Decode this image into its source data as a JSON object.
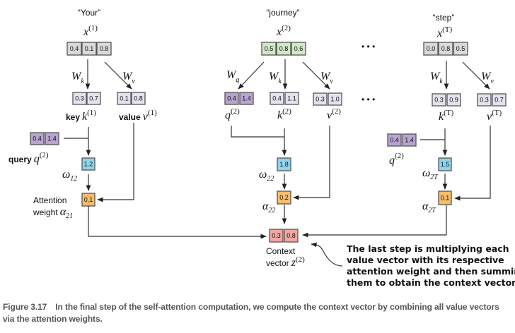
{
  "colors": {
    "input_fill": "#d8dad7",
    "input_journey_fill": "#cfe8c6",
    "query_fill": "#b9a4d1",
    "kv_fill": "#e5e2f0",
    "score_fill": "#8fd4ec",
    "weight_fill": "#f7bd6a",
    "context_fill": "#f2a6a2",
    "cell_border": "#555555"
  },
  "tokens": [
    {
      "word": "“Your”",
      "x_label": "x",
      "x_sup": "(1)",
      "x_values": [
        "0.4",
        "0.1",
        "0.8"
      ],
      "wk": "W",
      "wk_sub": "k",
      "wv": "W",
      "wv_sub": "v",
      "key_values": [
        "0.3",
        "0.7"
      ],
      "value_values": [
        "0.1",
        "0.8"
      ],
      "key_word": "key",
      "key_label": "k",
      "key_sup": "(1)",
      "value_word": "value",
      "value_label": "v",
      "value_sup": "(1)",
      "query_values": [
        "0.4",
        "1.4"
      ],
      "query_word": "query",
      "query_label": "q",
      "query_sup": "(2)",
      "score": "1.2",
      "score_label": "ω",
      "score_sub": "12",
      "weight": "0.1",
      "weight_word1": "Attention",
      "weight_word2": "weight",
      "weight_label": "α",
      "weight_sub": "21"
    },
    {
      "word": "“journey”",
      "x_label": "x",
      "x_sup": "(2)",
      "x_values": [
        "0.5",
        "0.8",
        "0.6"
      ],
      "wq": "W",
      "wq_sub": "q",
      "wk": "W",
      "wk_sub": "k",
      "wv": "W",
      "wv_sub": "v",
      "query_values": [
        "0.4",
        "1.4"
      ],
      "key_values": [
        "0.4",
        "1.1"
      ],
      "value_values": [
        "0.3",
        "1.0"
      ],
      "query_label": "q",
      "query_sup": "(2)",
      "key_label": "k",
      "key_sup": "(2)",
      "value_label": "v",
      "value_sup": "(2)",
      "score": "1.8",
      "score_label": "ω",
      "score_sub": "22",
      "weight": "0.2",
      "weight_label": "α",
      "weight_sub": "22"
    },
    {
      "word": "“step”",
      "x_label": "x",
      "x_sup": "(T)",
      "x_values": [
        "0.0",
        "0.8",
        "0.5"
      ],
      "wk": "W",
      "wk_sub": "k",
      "wv": "W",
      "wv_sub": "v",
      "key_values": [
        "0.3",
        "0.9"
      ],
      "value_values": [
        "0.3",
        "0.7"
      ],
      "key_label": "k",
      "key_sup": "(T)",
      "value_label": "v",
      "value_sup": "(T)",
      "query_values": [
        "0.4",
        "1.4"
      ],
      "query_label": "q",
      "query_sup": "(2)",
      "score": "1.5",
      "score_label": "ω",
      "score_sub": "2T",
      "weight": "0.1",
      "weight_label": "α",
      "weight_sub": "2T"
    }
  ],
  "ellipsis": "• • •",
  "context": {
    "values": [
      "0.3",
      "0.8"
    ],
    "word1": "Context",
    "word2": "vector",
    "label": "z",
    "sup": "(2)"
  },
  "annotation": [
    "The last step is multiplying each",
    "value vector with its respective",
    "attention weight and then summing",
    "them to obtain the context vector"
  ],
  "caption": {
    "figure": "Figure 3.17",
    "text": "In the final step of the self-attention computation, we compute the context vector by combining all value vectors via the attention weights."
  }
}
